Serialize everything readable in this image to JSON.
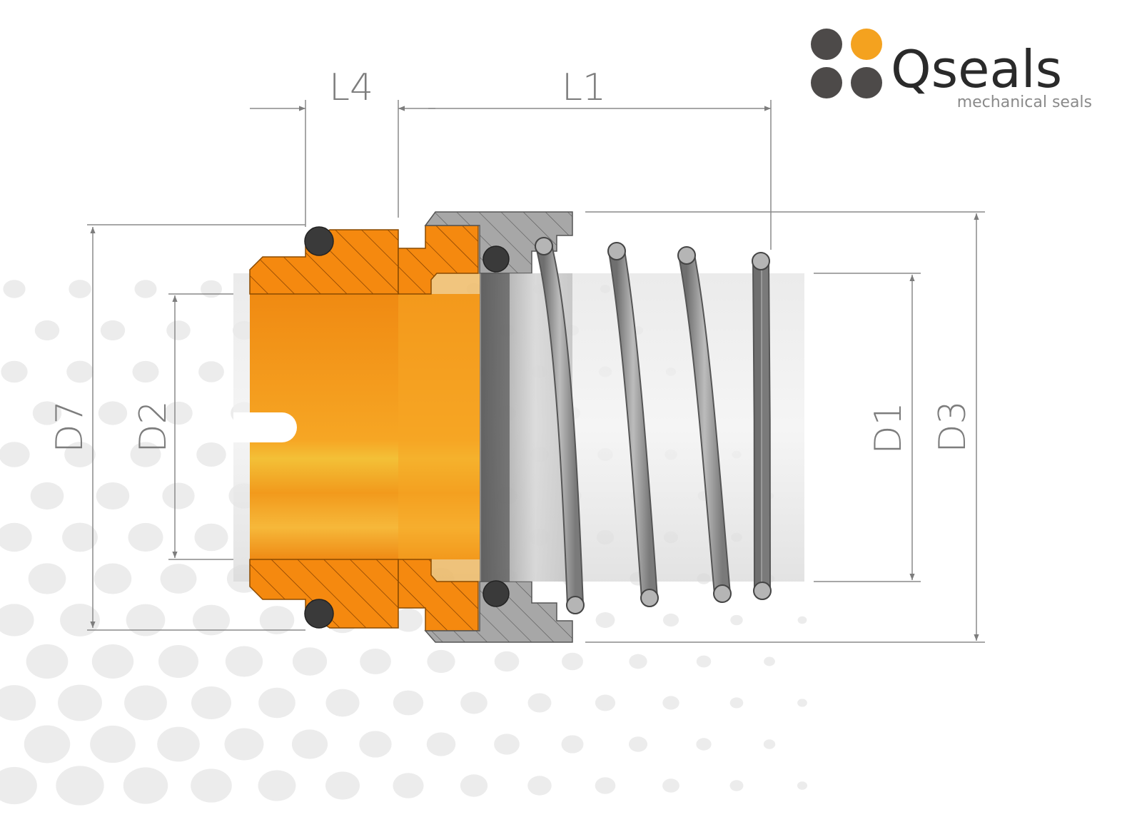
{
  "logo": {
    "name": "Qseals",
    "tagline": "mechanical seals",
    "dot_colors": [
      "#4d4a49",
      "#f4a21f",
      "#4d4a49",
      "#4d4a49"
    ]
  },
  "dimensions": {
    "length": [
      "L4",
      "L1"
    ],
    "diameter": [
      "D7",
      "D2",
      "D1",
      "D3"
    ]
  },
  "colors": {
    "brand_orange": "#f4a21f",
    "seal_orange": "#f5890f",
    "steel_grey": "#9a9a9a",
    "oring_dark": "#3a3a3a",
    "dimension_line": "#8a8a8a",
    "background_dots": "#ececec"
  }
}
